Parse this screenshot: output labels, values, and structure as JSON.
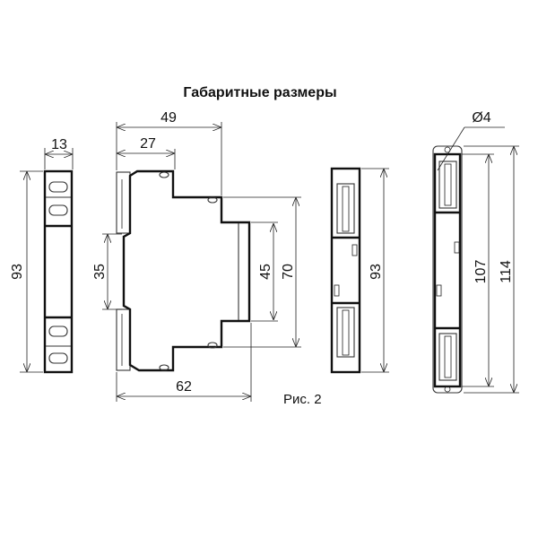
{
  "title": "Габаритные размеры",
  "caption": "Рис. 2",
  "dimensions": {
    "front_width": "13",
    "front_height": "93",
    "side_depth_total": "49",
    "side_depth_clip": "27",
    "side_width_total": "62",
    "din_rail": "35",
    "front_panel": "45",
    "middle_height": "70",
    "back_height": "93",
    "mount_hole_dia": "Ø4",
    "mount_hole_spacing": "107",
    "mount_total_height": "114"
  }
}
